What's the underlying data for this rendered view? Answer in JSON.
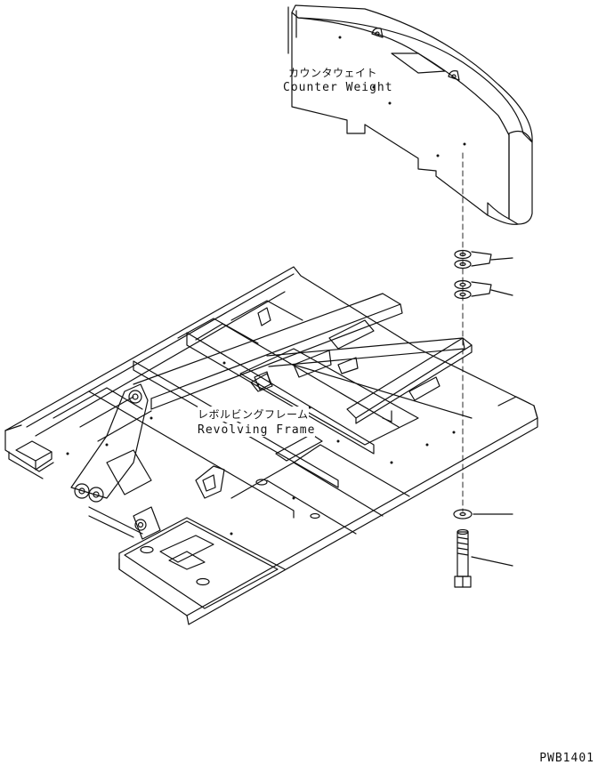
{
  "labels": {
    "counterweight_jp": "カウンタウェイト",
    "counterweight_en": "Counter Weight",
    "frame_jp": "レボルビングフレーム",
    "frame_en": "Revolving Frame"
  },
  "figure_id": "PWB1401"
}
